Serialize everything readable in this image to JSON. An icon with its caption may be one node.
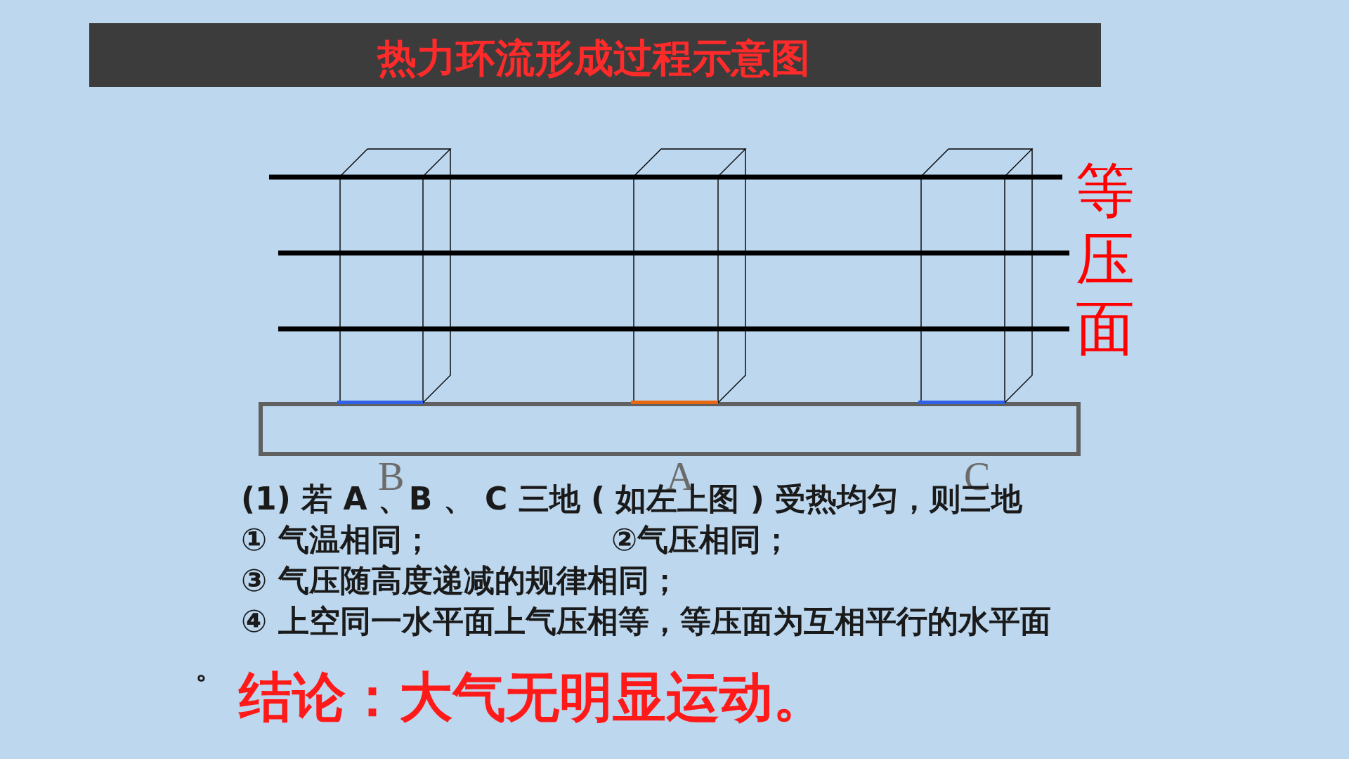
{
  "diagram": {
    "title": "热力环流形成过程示意图",
    "labels": [
      "等压面",
      "B",
      "A",
      "C",
      "(1) 若 A 、B 、 C 三地 ( 如左上图 ) 受热均匀，则三地",
      "① 气温相同；",
      "②气压相同；",
      "③ 气压随高度递减的规律相同；",
      "④ 上空同一水平面上气压相等，等压面为互相平行的水平面",
      "。",
      "结论：大气无明显运动。"
    ]
  }
}
